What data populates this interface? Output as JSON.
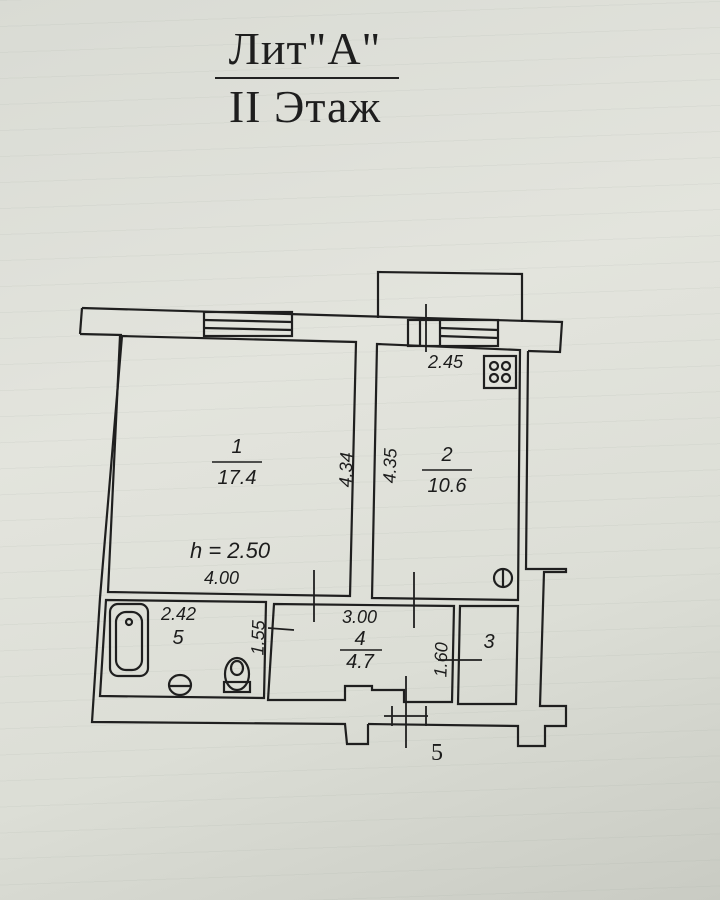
{
  "title": {
    "lit": "Лит\"А\"",
    "floor": "II Этаж"
  },
  "rooms": [
    {
      "id": "1",
      "number": "1",
      "area": "17.4"
    },
    {
      "id": "2",
      "number": "2",
      "area": "10.6"
    },
    {
      "id": "3",
      "number": "3",
      "area": ""
    },
    {
      "id": "4",
      "number": "4",
      "area": "4.7"
    },
    {
      "id": "5",
      "number": "5",
      "area": ""
    }
  ],
  "dimensions": {
    "room1_height": "4.34",
    "room1_width": "4.00",
    "room2_height": "4.35",
    "room2_width": "2.45",
    "room4_width": "3.00",
    "room4_height": "1.60",
    "room5_width": "2.42",
    "room5_height": "1.55"
  },
  "ceiling_height": "h = 2.50",
  "entrance_label": "5"
}
